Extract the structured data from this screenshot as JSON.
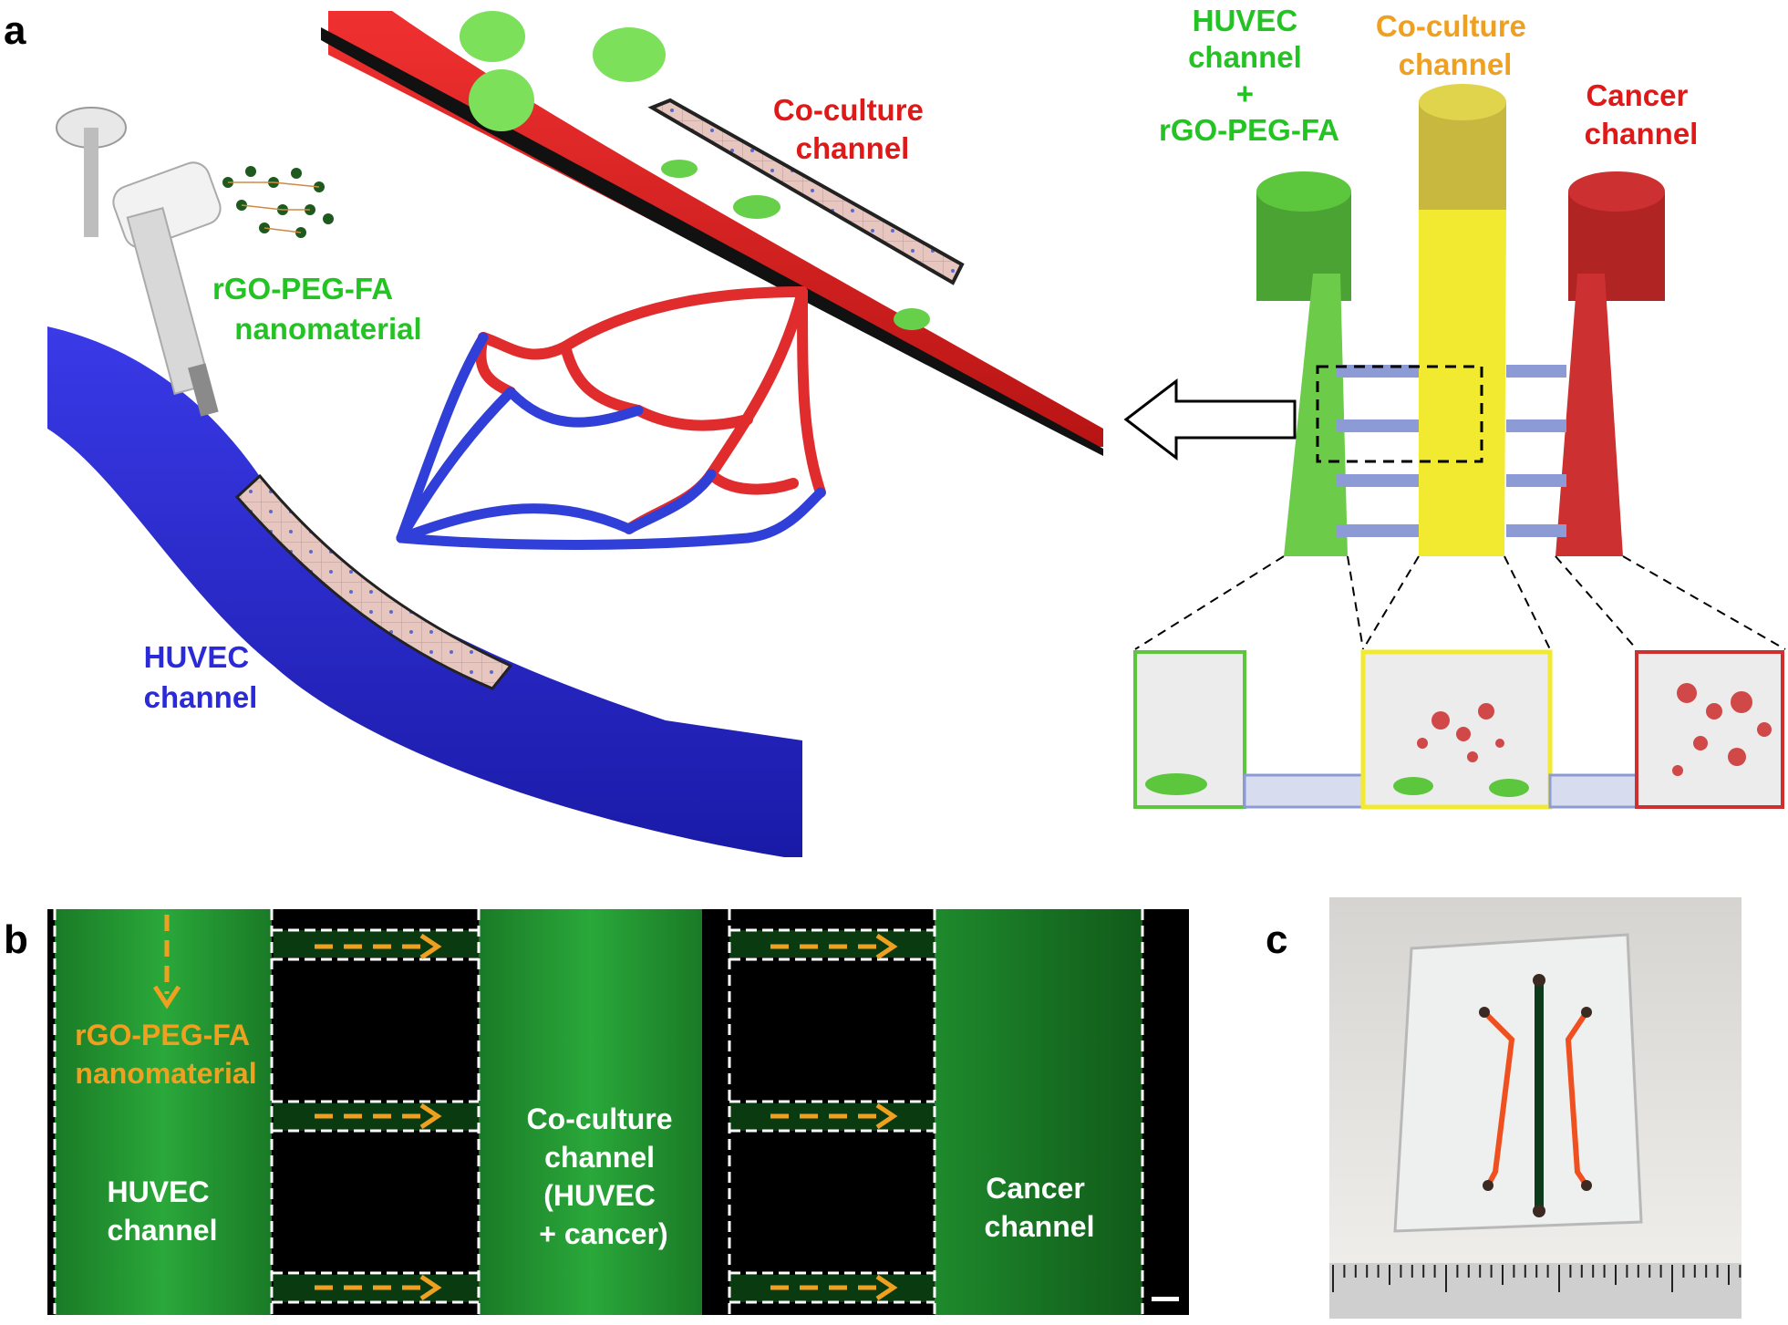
{
  "panel_a": {
    "letter": "a",
    "injection_label": [
      "rGO-PEG-FA",
      "nanomaterial"
    ],
    "coculture_label": [
      "Co-culture",
      "channel"
    ],
    "huvec_label": [
      "HUVEC",
      "channel"
    ],
    "device": {
      "huvec_label": [
        "HUVEC",
        "channel",
        "+",
        "rGO-PEG-FA"
      ],
      "coculture_label": [
        "Co-culture",
        "channel"
      ],
      "cancer_label": [
        "Cancer",
        "channel"
      ]
    }
  },
  "panel_b": {
    "letter": "b",
    "nanomaterial_label": [
      "rGO-PEG-FA",
      "nanomaterial"
    ],
    "huvec_label": [
      "HUVEC",
      "channel"
    ],
    "coculture_label": [
      "Co-culture",
      "channel",
      "(HUVEC",
      "+ cancer)"
    ],
    "cancer_label": [
      "Cancer",
      "channel"
    ]
  },
  "panel_c": {
    "letter": "c"
  },
  "colors": {
    "huvec_vessel": "#2f2fd9",
    "coculture_vessel": "#e82a2a",
    "green_label": "#22c322",
    "orange_label": "#f0a020",
    "red_label": "#e01818",
    "blue_label": "#2a2ad8",
    "device_green": "#5cc63c",
    "device_yellow": "#f2ea30",
    "device_red": "#cc3030",
    "fluorescence": "#1e8f2e"
  }
}
